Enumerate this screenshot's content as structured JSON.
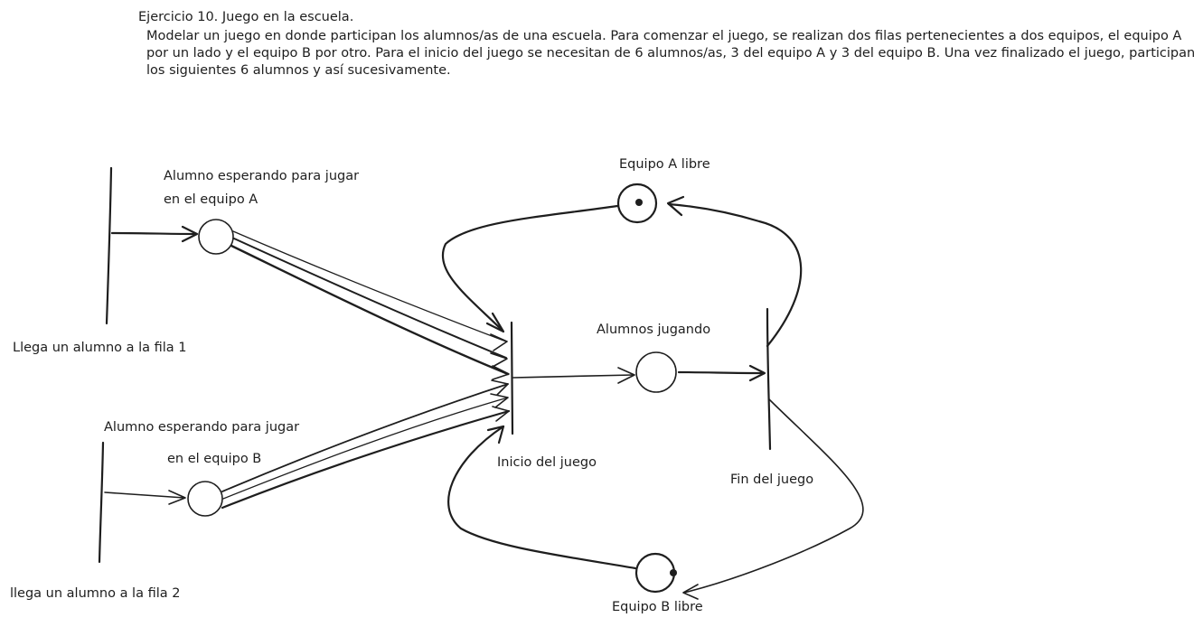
{
  "exercise": {
    "title": "Ejercicio 10. Juego en la escuela.",
    "statement": "Modelar un juego en donde participan los alumnos/as de una escuela. Para comenzar el juego, se realizan dos filas pertenecientes a dos equipos, el equipo A por un lado y el equipo B por otro. Para el inicio del juego se necesitan de 6 alumnos/as, 3 del equipo A y 3 del equipo B. Una vez finalizado el juego, participan los siguientes 6 alumnos y así sucesivamente."
  },
  "petri_net": {
    "places": {
      "wait_a": {
        "line1": "Alumno esperando para jugar",
        "line2": "en el equipo A",
        "tokens": 0
      },
      "wait_b": {
        "line1": "Alumno esperando para jugar",
        "line2": "en el equipo B",
        "tokens": 0
      },
      "team_a_free": {
        "label": "Equipo A libre",
        "tokens": 1
      },
      "team_b_free": {
        "label": "Equipo B libre",
        "tokens": 1
      },
      "playing": {
        "label": "Alumnos jugando",
        "tokens": 0
      }
    },
    "transitions": {
      "arrive_1": {
        "label": "Llega un alumno a la fila 1"
      },
      "arrive_2": {
        "label": "llega un alumno a la fila 2"
      },
      "start": {
        "label": "Inicio del juego"
      },
      "end": {
        "label": "Fin del juego"
      }
    }
  },
  "colors": {
    "ink": "#1e1e1e",
    "background": "#ffffff"
  }
}
